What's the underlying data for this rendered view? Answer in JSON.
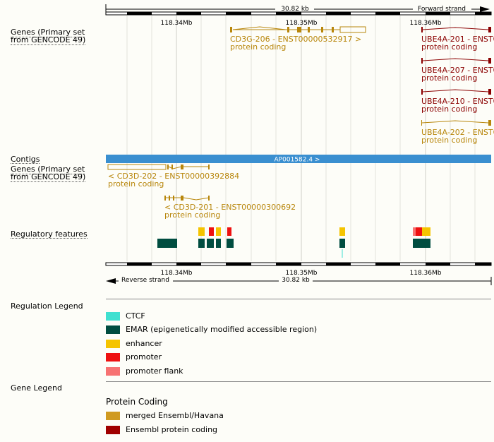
{
  "ruler": {
    "top_length": "30.82 kb",
    "top_strand": "Forward strand",
    "bottom_length": "30.82 kb",
    "bottom_strand": "Reverse strand",
    "ticks": [
      "118.34Mb",
      "118.35Mb",
      "118.36Mb"
    ]
  },
  "tracks": {
    "genes_fwd_line1": "Genes (Primary set",
    "genes_fwd_line2": "from GENCODE 49)",
    "contigs": "Contigs",
    "genes_rev_line1": "Genes (Primary set",
    "genes_rev_line2": "from GENCODE 49)",
    "regulatory": "Regulatory features"
  },
  "forward_genes": [
    {
      "name": "CD3G-206 - ENST00000532917 >",
      "type": "protein coding",
      "color": "#b8860b"
    },
    {
      "name": "UBE4A-201 - ENST0",
      "type": "protein coding",
      "color": "#8b0000"
    },
    {
      "name": "UBE4A-207 - ENST0",
      "type": "protein coding",
      "color": "#8b0000"
    },
    {
      "name": "UBE4A-210 - ENST0",
      "type": "protein coding",
      "color": "#8b0000"
    },
    {
      "name": "UBE4A-202 - ENST0",
      "type": "protein coding",
      "color": "#b8860b"
    }
  ],
  "contig": {
    "name": "AP001582.4 >",
    "color": "#3a8fd0"
  },
  "reverse_genes": [
    {
      "name": "< CD3D-202 - ENST00000392884",
      "type": "protein coding",
      "color": "#b8860b"
    },
    {
      "name": "< CD3D-201 - ENST00000300692",
      "type": "protein coding",
      "color": "#b8860b"
    }
  ],
  "regulation_legend": {
    "title": "Regulation Legend",
    "items": [
      {
        "label": "CTCF",
        "color": "#40e0d0"
      },
      {
        "label": "EMAR (epigenetically modified accessible region)",
        "color": "#004d40"
      },
      {
        "label": "enhancer",
        "color": "#f5c400"
      },
      {
        "label": "promoter",
        "color": "#ee1111"
      },
      {
        "label": "promoter flank",
        "color": "#f77272"
      }
    ]
  },
  "gene_legend": {
    "title": "Gene Legend",
    "subtitle": "Protein Coding",
    "items": [
      {
        "label": "merged Ensembl/Havana",
        "color": "#d09a20"
      },
      {
        "label": "Ensembl protein coding",
        "color": "#a00000"
      }
    ]
  }
}
